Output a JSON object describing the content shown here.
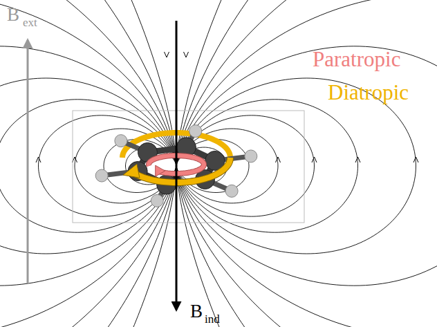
{
  "diagram": {
    "labels": [
      "B",
      "ext",
      "Paratropic",
      "Diatropic",
      "B",
      "ind"
    ]
  }
}
